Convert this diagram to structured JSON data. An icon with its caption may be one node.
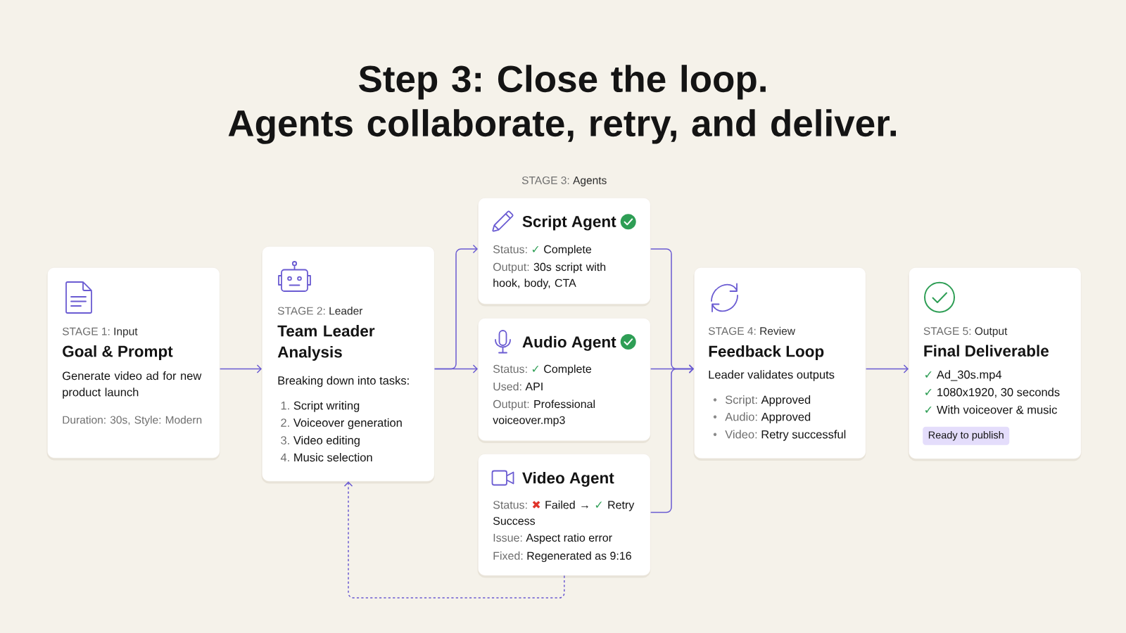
{
  "diagram": {
    "title": "Step 3: Close the loop. Agents collaborate, retry, and deliver.",
    "nodes": [
      {
        "text": [
          "STAGE 1: Input",
          "Goal & Prompt",
          "Generate video ad for new product launch",
          "Duration: 30s, Style: Modern"
        ]
      },
      {
        "text": [
          "STAGE 2: Leader",
          "Team Leader Analysis",
          "Breaking down into tasks:",
          "1. Script writing",
          "2. Voiceover generation",
          "3. Video editing",
          "4. Music selection"
        ]
      },
      {
        "text": [
          "Script Agent",
          "Status: ✓ Complete",
          "Output: 30s script with hook, body, CTA"
        ]
      },
      {
        "text": [
          "Audio Agent",
          "Status: ✓ Complete",
          "Used: API",
          "Output: Professional voiceover.mp3"
        ]
      },
      {
        "text": [
          "Video Agent",
          "Status: ✖ Failed → ✓ Retry Success",
          "Issue: Aspect ratio error",
          "Fixed: Regenerated as 9:16"
        ]
      },
      {
        "text": [
          "STAGE 4: Review",
          "Feedback Loop",
          "Leader validates outputs",
          "Script: Approved",
          "Audio: Approved",
          "Video: Retry successful"
        ]
      },
      {
        "text": [
          "STAGE 5: Output",
          "Final Deliverable",
          "✓ Ad_30s.mp4",
          "✓ 1080x1920, 30 seconds",
          "✓ With voiceover & music"
        ]
      },
      {
        "text": [
          "Ready to publish"
        ],
        "in": 6
      }
    ],
    "edges": [
      {
        "from": 0,
        "to": 1,
        "arrow": "to"
      },
      {
        "from": 1,
        "to": 2,
        "arrow": "to"
      },
      {
        "from": 1,
        "to": 3,
        "arrow": "to"
      },
      {
        "from": 2,
        "to": 5,
        "arrow": "to"
      },
      {
        "from": 3,
        "to": 5,
        "arrow": "to"
      },
      {
        "from": 4,
        "to": 5,
        "arrow": "to"
      },
      {
        "from": 5,
        "to": 6,
        "arrow": "to"
      },
      {
        "from": 4,
        "to": 1,
        "arrow": "to",
        "style": "dashed"
      }
    ],
    "labels": [
      "STAGE 3: Agents"
    ]
  }
}
